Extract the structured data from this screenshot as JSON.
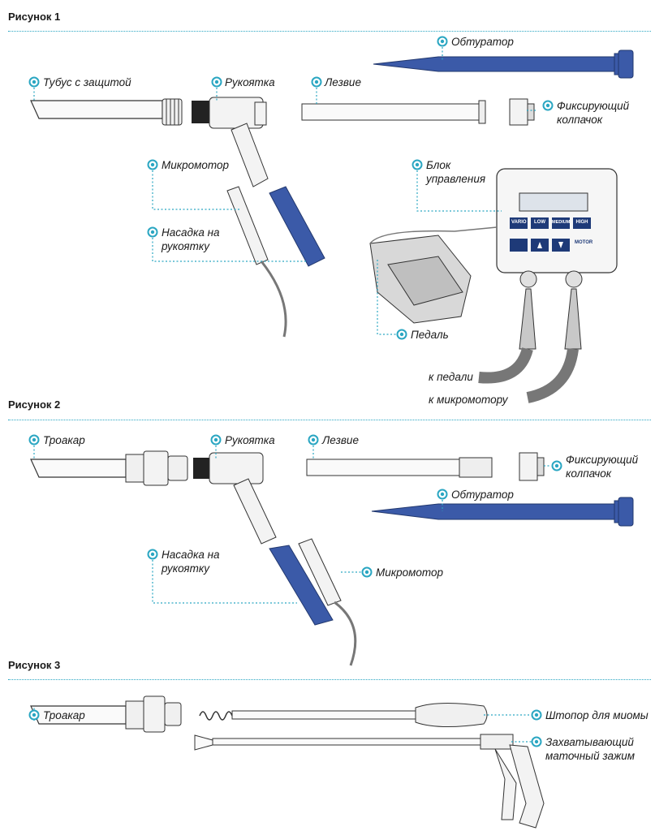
{
  "figures": [
    {
      "title": "Рисунок 1"
    },
    {
      "title": "Рисунок 2"
    },
    {
      "title": "Рисунок 3"
    }
  ],
  "fig1": {
    "tubus": "Тубус с защитой",
    "rukoyatka": "Рукоятка",
    "lezvie": "Лезвие",
    "obturator": "Обтуратор",
    "cap": "Фиксирующий колпачок",
    "micromotor": "Микромотор",
    "nasadka": "Насадка на рукоятку",
    "blok": "Блок управления",
    "pedal": "Педаль",
    "to_pedal": "к педали",
    "to_motor": "к микромотору",
    "control_buttons": [
      "VARIO",
      "LOW",
      "MEDIUM",
      "HIGH"
    ],
    "motor_label": "MOTOR"
  },
  "fig2": {
    "troakar": "Троакар",
    "rukoyatka": "Рукоятка",
    "lezvie": "Лезвие",
    "cap": "Фиксирующий колпачок",
    "obturator": "Обтуратор",
    "nasadka": "Насадка на рукоятку",
    "micromotor": "Микромотор"
  },
  "fig3": {
    "troakar": "Троакар",
    "shtopor": "Штопор для миомы",
    "zazhim": "Захватывающий маточный зажим"
  },
  "colors": {
    "accent": "#2aa6c2",
    "obturator_blue": "#3b5aa8",
    "device_gray": "#e6e6e6",
    "outline": "#333333"
  }
}
